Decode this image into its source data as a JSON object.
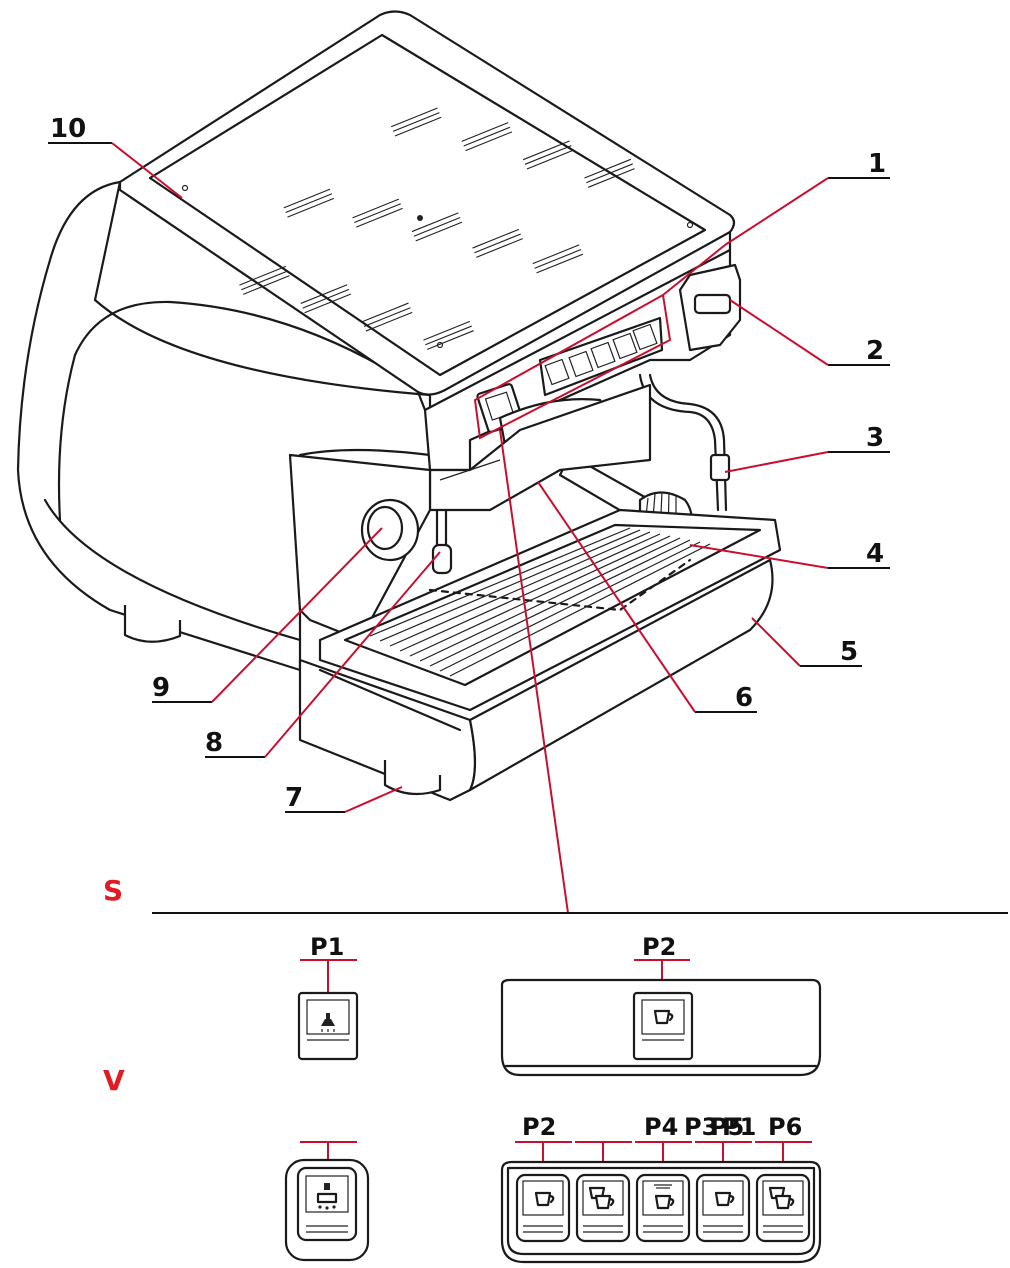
{
  "callouts": [
    {
      "label": "10"
    },
    {
      "label": "1"
    },
    {
      "label": "2"
    },
    {
      "label": "3"
    },
    {
      "label": "4"
    },
    {
      "label": "5"
    },
    {
      "label": "6"
    },
    {
      "label": "9"
    },
    {
      "label": "8"
    },
    {
      "label": "7"
    }
  ],
  "sections": {
    "s": "S",
    "v": "V"
  },
  "panel_labels": {
    "s_p1": "P1",
    "s_p2": "P2",
    "v_p2": "P2",
    "v_p4": "P4",
    "v_p3": "P3",
    "v_p5": "P5",
    "v_p1": "P1",
    "v_p6": "P6"
  },
  "colors": {
    "section_label": "#e01b24",
    "leader_line": "#c8102e",
    "outline": "#1a1a1a"
  },
  "icons": [
    "cup-icon",
    "double-cup-icon",
    "steam-tap-icon",
    "hot-water-icon"
  ]
}
